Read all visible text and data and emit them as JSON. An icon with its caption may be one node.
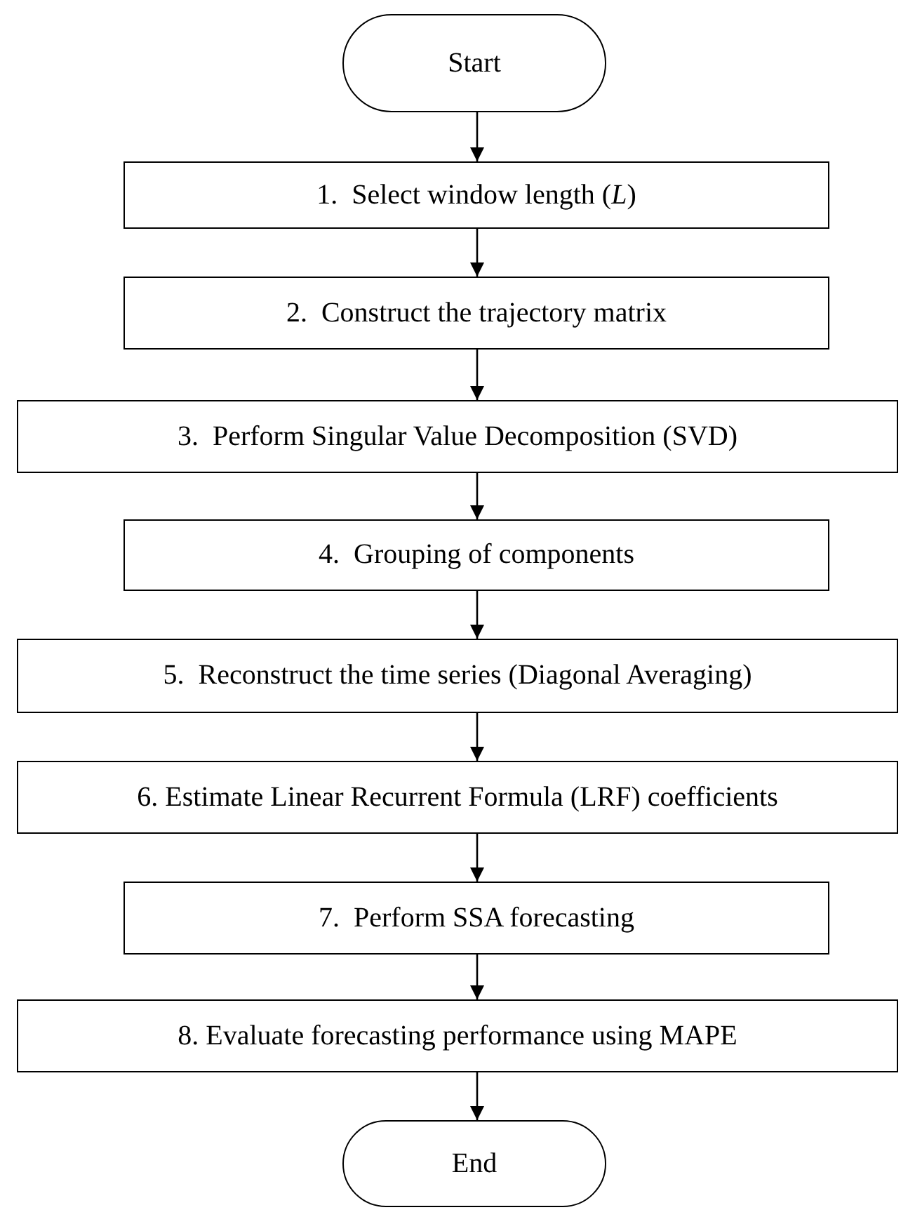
{
  "diagram": {
    "nodes": [
      {
        "text": [
          "Start"
        ]
      },
      {
        "text": [
          "1.  Select window length (*L*)"
        ]
      },
      {
        "text": [
          "2.  Construct the trajectory matrix"
        ]
      },
      {
        "text": [
          "3.  Perform Singular Value Decomposition (SVD)"
        ]
      },
      {
        "text": [
          "4.  Grouping of components"
        ]
      },
      {
        "text": [
          "5.  Reconstruct the time series (Diagonal Averaging)"
        ]
      },
      {
        "text": [
          "6. Estimate Linear Recurrent Formula (LRF) coefficients"
        ]
      },
      {
        "text": [
          "7.  Perform SSA forecasting"
        ]
      },
      {
        "text": [
          "8. Evaluate forecasting performance using MAPE"
        ]
      },
      {
        "text": [
          "End"
        ]
      }
    ],
    "edges": [
      {
        "from": 0,
        "to": 1,
        "arrow": "to"
      },
      {
        "from": 1,
        "to": 2,
        "arrow": "to"
      },
      {
        "from": 2,
        "to": 3,
        "arrow": "to"
      },
      {
        "from": 3,
        "to": 4,
        "arrow": "to"
      },
      {
        "from": 4,
        "to": 5,
        "arrow": "to"
      },
      {
        "from": 5,
        "to": 6,
        "arrow": "to"
      },
      {
        "from": 6,
        "to": 7,
        "arrow": "to"
      },
      {
        "from": 7,
        "to": 8,
        "arrow": "to"
      },
      {
        "from": 8,
        "to": 9,
        "arrow": "to"
      }
    ]
  }
}
